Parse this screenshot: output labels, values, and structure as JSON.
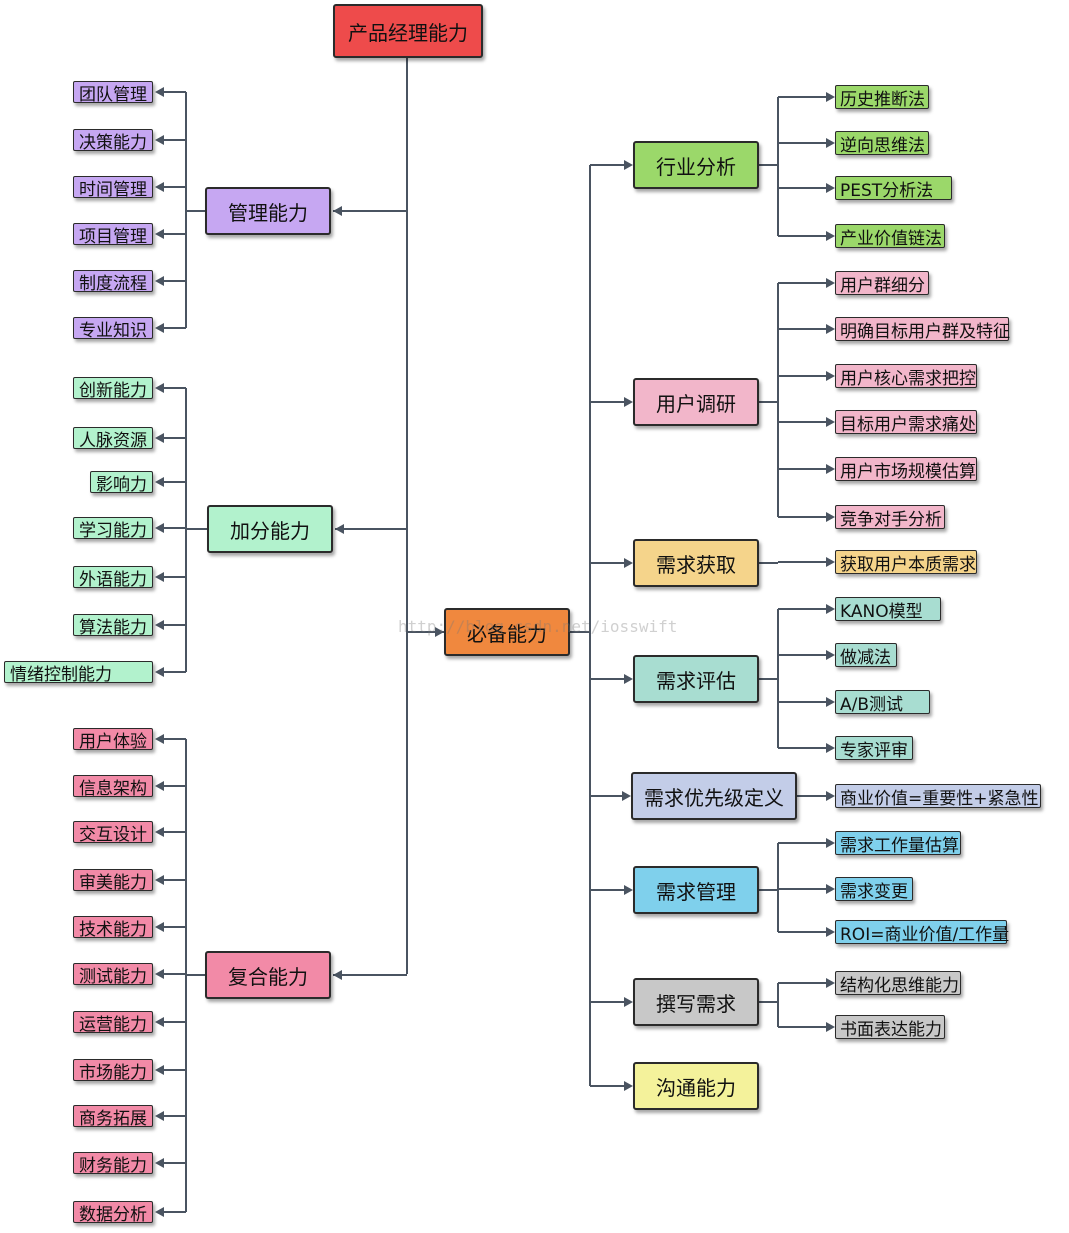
{
  "watermark": "http://blog.csdn.net/iosswift",
  "colors": {
    "line": "#4a5461",
    "root": "#ee4b4b",
    "core": "#f0883e",
    "management": "#c6a7f2",
    "bonus": "#b2f2cd",
    "composite": "#f28aa7",
    "industry": "#9bd86a",
    "user_research": "#f2b6ca",
    "acquire": "#f5d48b",
    "evaluate": "#a8ddd1",
    "priority": "#c3cde8",
    "manage": "#7fd0ec",
    "write": "#c8c8c8",
    "communicate": "#f4f29b"
  },
  "root": {
    "label": "产品经理能力"
  },
  "management": {
    "label": "管理能力",
    "items": [
      "团队管理",
      "决策能力",
      "时间管理",
      "项目管理",
      "制度流程",
      "专业知识"
    ]
  },
  "bonus": {
    "label": "加分能力",
    "items": [
      "创新能力",
      "人脉资源",
      "影响力",
      "学习能力",
      "外语能力",
      "算法能力",
      "情绪控制能力"
    ]
  },
  "composite": {
    "label": "复合能力",
    "items": [
      "用户体验",
      "信息架构",
      "交互设计",
      "审美能力",
      "技术能力",
      "测试能力",
      "运营能力",
      "市场能力",
      "商务拓展",
      "财务能力",
      "数据分析"
    ]
  },
  "core": {
    "label": "必备能力",
    "branches": [
      {
        "label": "行业分析",
        "items": [
          "历史推断法",
          "逆向思维法",
          "PEST分析法",
          "产业价值链法"
        ]
      },
      {
        "label": "用户调研",
        "items": [
          "用户群细分",
          "明确目标用户群及特征",
          "用户核心需求把控",
          "目标用户需求痛处",
          "用户市场规模估算",
          "竞争对手分析"
        ]
      },
      {
        "label": "需求获取",
        "items": [
          "获取用户本质需求"
        ]
      },
      {
        "label": "需求评估",
        "items": [
          "KANO模型",
          "做减法",
          "A/B测试",
          "专家评审"
        ]
      },
      {
        "label": "需求优先级定义",
        "items": [
          "商业价值=重要性+紧急性"
        ]
      },
      {
        "label": "需求管理",
        "items": [
          "需求工作量估算",
          "需求变更",
          "ROI=商业价值/工作量"
        ]
      },
      {
        "label": "撰写需求",
        "items": [
          "结构化思维能力",
          "书面表达能力"
        ]
      },
      {
        "label": "沟通能力",
        "items": []
      }
    ]
  }
}
